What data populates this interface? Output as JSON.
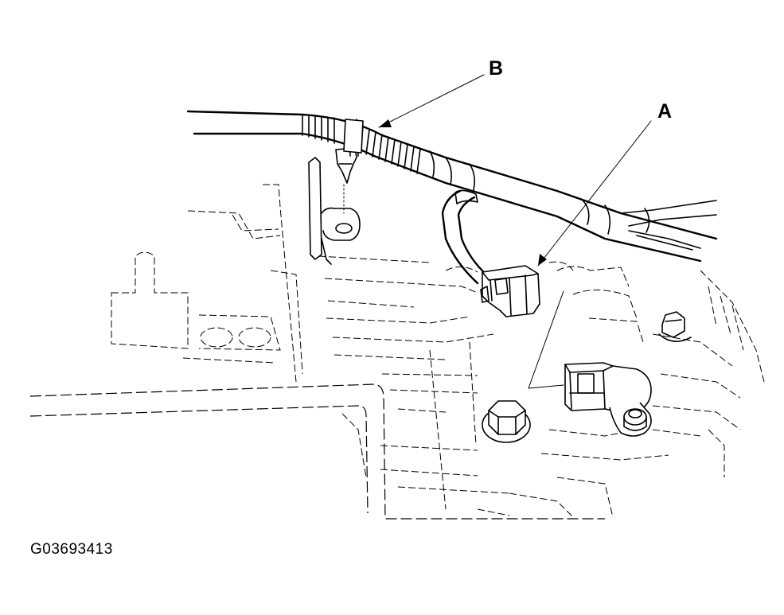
{
  "callouts": {
    "a": "A",
    "b": "B"
  },
  "figure_id": "G03693413"
}
